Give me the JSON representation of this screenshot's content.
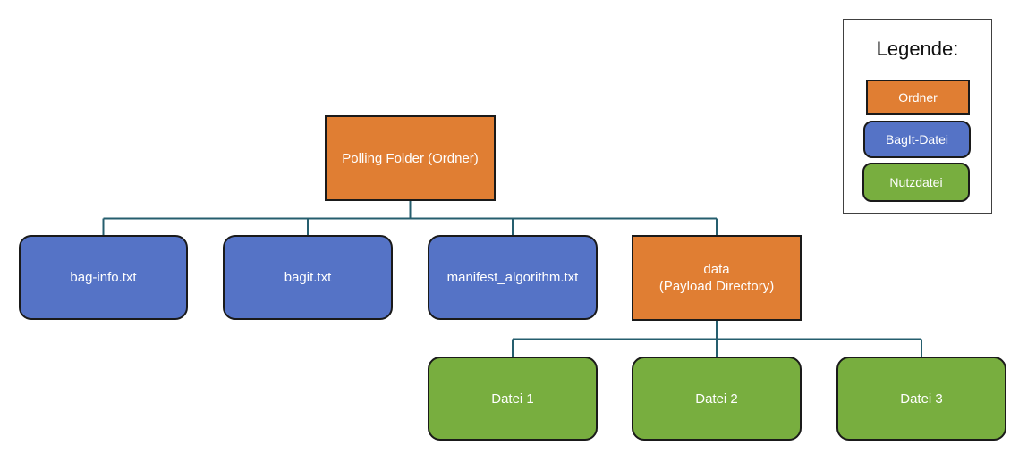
{
  "colors": {
    "folder": "#E07E33",
    "bagit_file": "#5573C6",
    "payload_file": "#78AE3F",
    "connector": "#255E6E"
  },
  "nodes": {
    "root": {
      "label": "Polling Folder (Ordner)",
      "kind": "folder"
    },
    "bag_info": {
      "label": "bag-info.txt",
      "kind": "bagit_file"
    },
    "bagit": {
      "label": "bagit.txt",
      "kind": "bagit_file"
    },
    "manifest": {
      "label": "manifest_algorithm.txt",
      "kind": "bagit_file"
    },
    "data": {
      "label": "data\n(Payload Directory)",
      "kind": "folder"
    },
    "datei1": {
      "label": "Datei 1",
      "kind": "payload_file"
    },
    "datei2": {
      "label": "Datei 2",
      "kind": "payload_file"
    },
    "datei3": {
      "label": "Datei 3",
      "kind": "payload_file"
    }
  },
  "edges": [
    [
      "root",
      "bag_info"
    ],
    [
      "root",
      "bagit"
    ],
    [
      "root",
      "manifest"
    ],
    [
      "root",
      "data"
    ],
    [
      "data",
      "datei1"
    ],
    [
      "data",
      "datei2"
    ],
    [
      "data",
      "datei3"
    ]
  ],
  "legend": {
    "title": "Legende:",
    "items": {
      "folder": "Ordner",
      "bagit_file": "BagIt-Datei",
      "payload_file": "Nutzdatei"
    }
  }
}
